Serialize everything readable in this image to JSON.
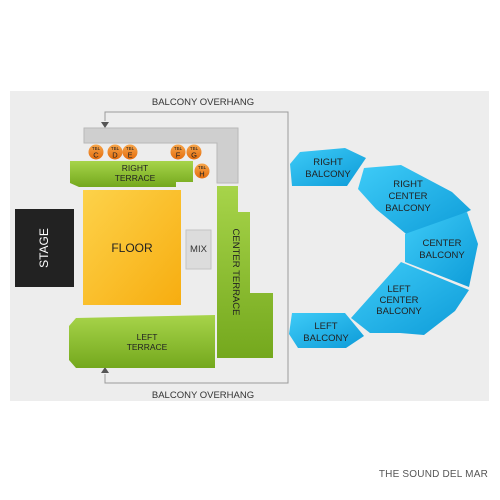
{
  "venue": "THE SOUND DEL MAR",
  "sections": {
    "stage": "STAGE",
    "floor": "FLOOR",
    "mix": "MIX",
    "center_terrace": "CENTER TERRACE",
    "right_terrace_line1": "RIGHT",
    "right_terrace_line2": "TERRACE",
    "left_terrace_line1": "LEFT",
    "left_terrace_line2": "TERRACE",
    "balcony_overhang_top": "BALCONY OVERHANG",
    "balcony_overhang_bottom": "BALCONY OVERHANG",
    "right_balcony_line1": "RIGHT",
    "right_balcony_line2": "BALCONY",
    "right_center_balcony_line1": "RIGHT",
    "right_center_balcony_line2": "CENTER",
    "right_center_balcony_line3": "BALCONY",
    "center_balcony_line1": "CENTER",
    "center_balcony_line2": "BALCONY",
    "left_center_balcony_line1": "LEFT",
    "left_center_balcony_line2": "CENTER",
    "left_center_balcony_line3": "BALCONY",
    "left_balcony_line1": "LEFT",
    "left_balcony_line2": "BALCONY"
  },
  "tables": [
    {
      "top": "TBL",
      "letter": "C"
    },
    {
      "top": "TBL",
      "letter": "D"
    },
    {
      "top": "TBL",
      "letter": "E"
    },
    {
      "top": "TBL",
      "letter": "F"
    },
    {
      "top": "TBL",
      "letter": "G"
    },
    {
      "top": "TBL",
      "letter": "H"
    }
  ],
  "colors": {
    "background_panel": "#ededed",
    "stage": "#222222",
    "floor": "#fcbf1e",
    "terrace": "#8dc22f",
    "balcony": "#1fb4ea",
    "tables": "#f28a1c",
    "overhang": "#cfcfcf",
    "mix": "#dcdcdc"
  }
}
